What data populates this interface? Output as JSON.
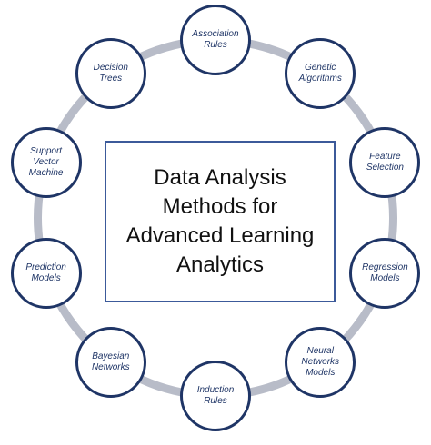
{
  "center": {
    "title": "Data Analysis\nMethods for\nAdvanced Learning\nAnalytics"
  },
  "methods": [
    "Association\nRules",
    "Genetic\nAlgorithms",
    "Feature\nSelection",
    "Regression\nModels",
    "Neural\nNetworks\nModels",
    "Induction\nRules",
    "Bayesian\nNetworks",
    "Prediction\nModels",
    "Support\nVector\nMachine",
    "Decision\nTrees"
  ],
  "colors": {
    "ring": "#b8bcc8",
    "node_border": "#1f3566",
    "node_text": "#1f3566",
    "box_border": "#3c5a9a",
    "title_text": "#111111"
  }
}
